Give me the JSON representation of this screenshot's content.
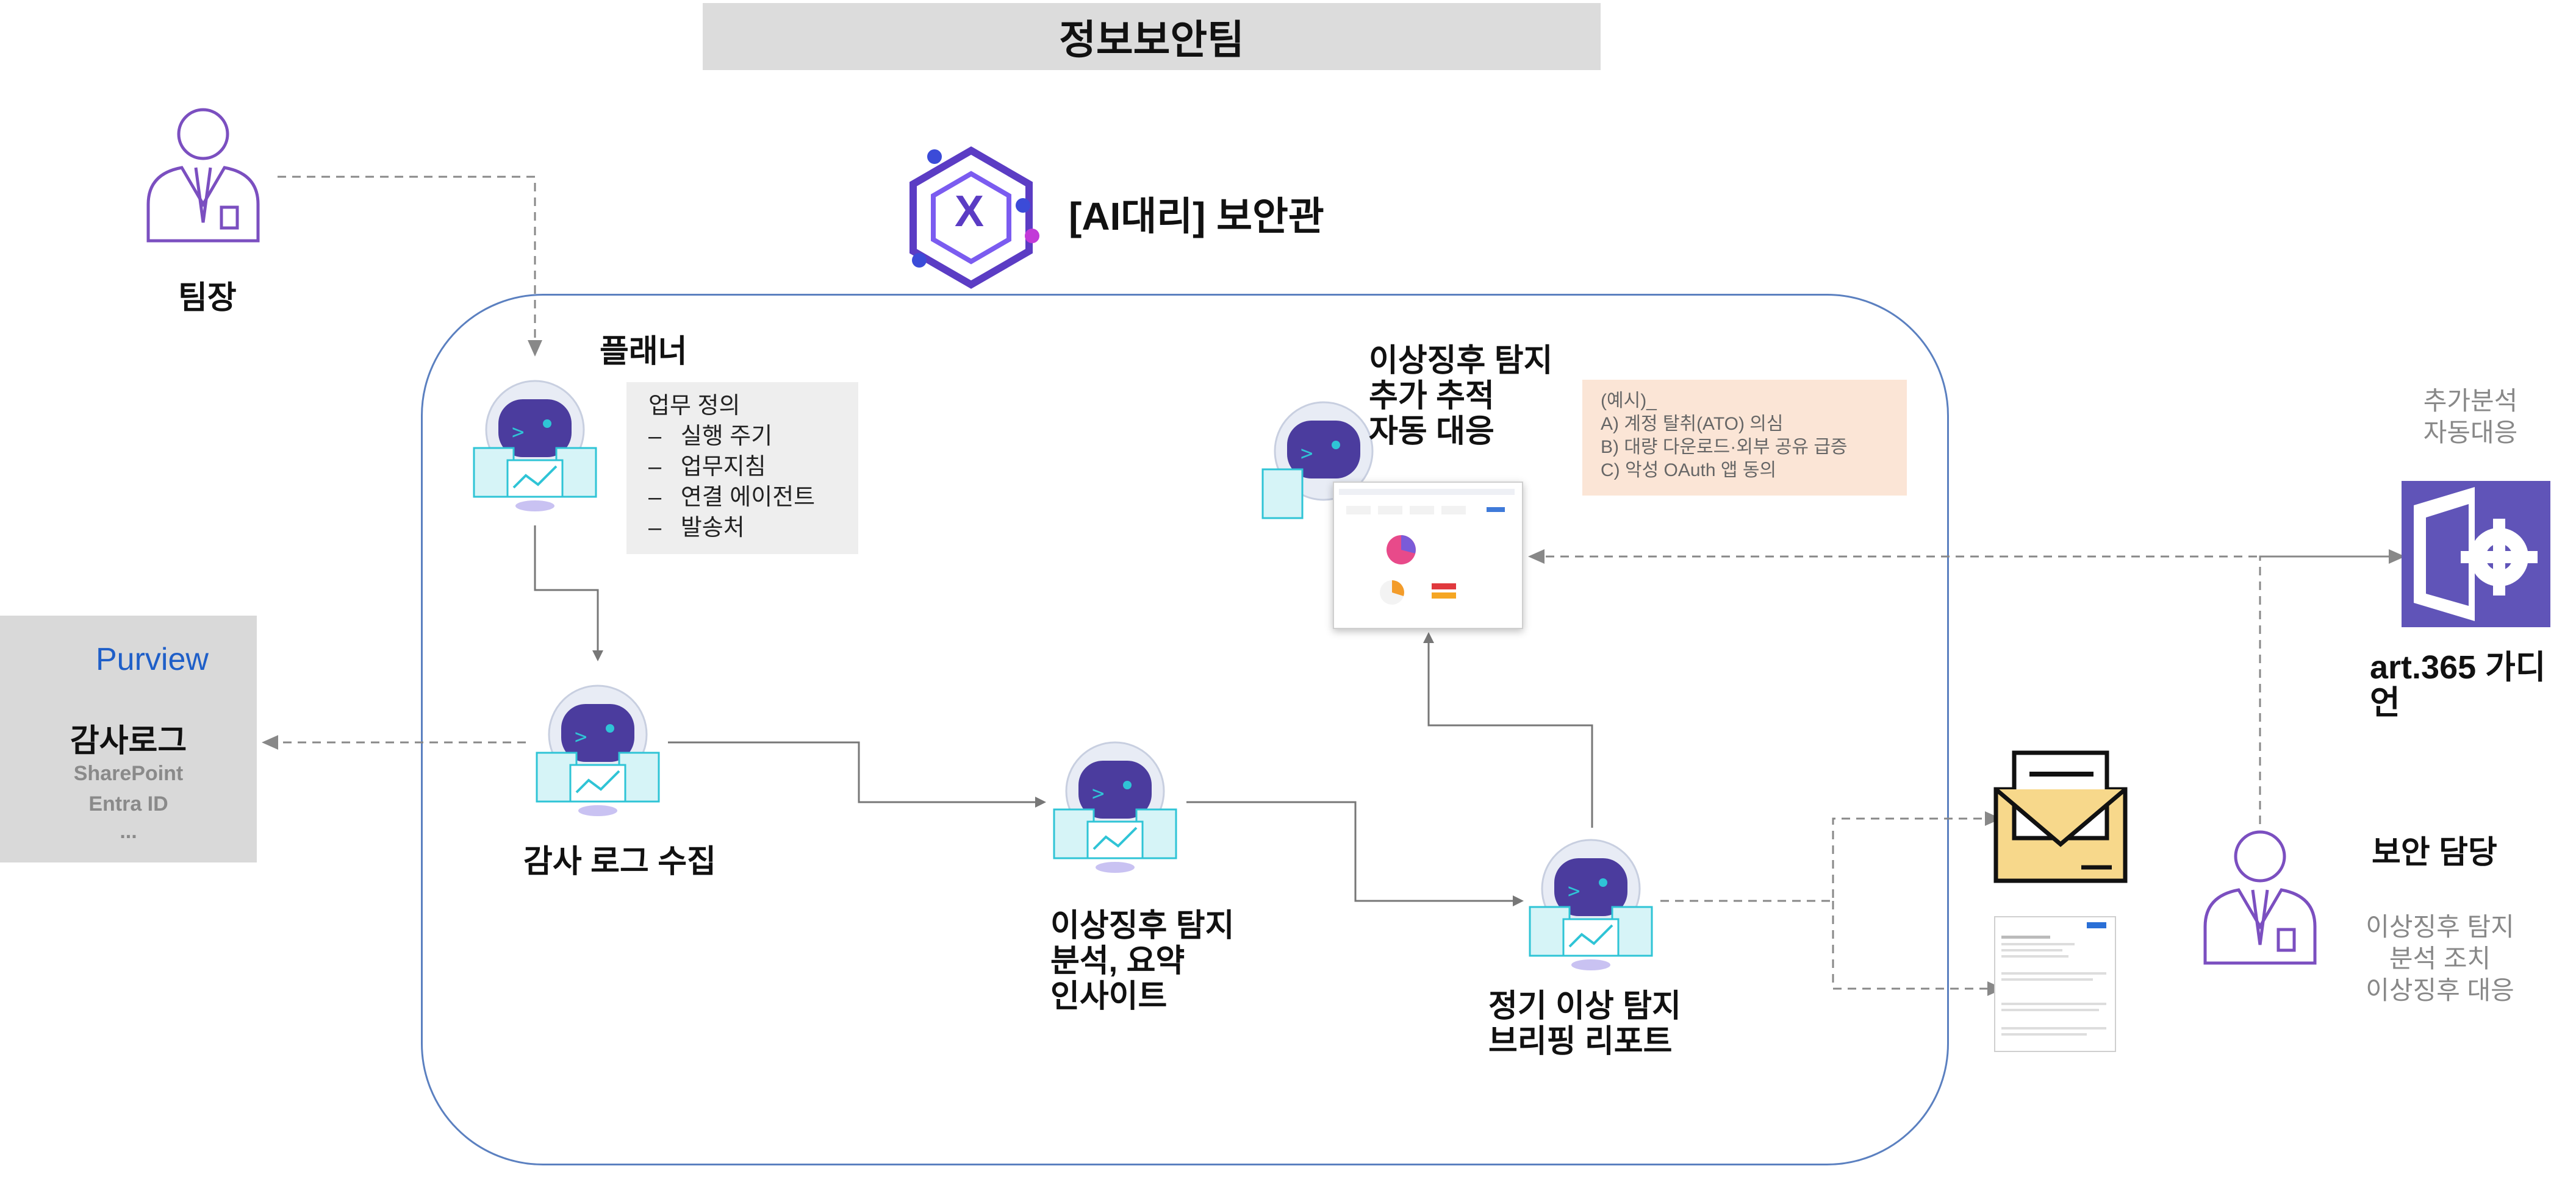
{
  "title": "정보보안팀",
  "agent": {
    "name": "[AI대리] 보안관",
    "logo_glyph": "X"
  },
  "team_lead": {
    "label": "팀장"
  },
  "planner": {
    "label": "플래너",
    "task_title": "업무 정의",
    "task_items": [
      "실행 주기",
      "업무지침",
      "연결 에이전트",
      "발송처"
    ],
    "bullet": "–"
  },
  "purview": {
    "name": "Purview",
    "log_title": "감사로그",
    "services": [
      "SharePoint",
      "Entra ID",
      "..."
    ]
  },
  "nodes": {
    "collect": "감사 로그  수집",
    "detect_line1": "이상징후 탐지",
    "detect_line2": "분석, 요약",
    "detect_line3": "인사이트",
    "brief_line1": "정기  이상 탐지",
    "brief_line2": "브리핑 리포트",
    "track_line1": "이상징후 탐지",
    "track_line2": "추가 추적",
    "track_line3": "자동 대응"
  },
  "example": {
    "title": "(예시)_",
    "items": [
      "A) 계정 탈취(ATO) 의심",
      "B) 대량 다운로드·외부 공유 급증",
      "C) 악성 OAuth 앱 동의"
    ]
  },
  "guardian": {
    "top_line1": "추가분석",
    "top_line2": "자동대응",
    "name": "art.365 가디언"
  },
  "security_officer": {
    "label": "보안 담당",
    "duties": [
      "이상징후 탐지",
      "분석 조치",
      "이상징후 대응"
    ]
  },
  "colors": {
    "robot_body": "#e8ecf5",
    "robot_face": "#4b3c9e",
    "robot_accent": "#2fc4d6",
    "person_line": "#7b4fc0",
    "guardian_bg": "#6054b8",
    "envelope": "#f7d88b",
    "main_border": "#5b80c0",
    "hex_logo": "#5b3cc4"
  }
}
